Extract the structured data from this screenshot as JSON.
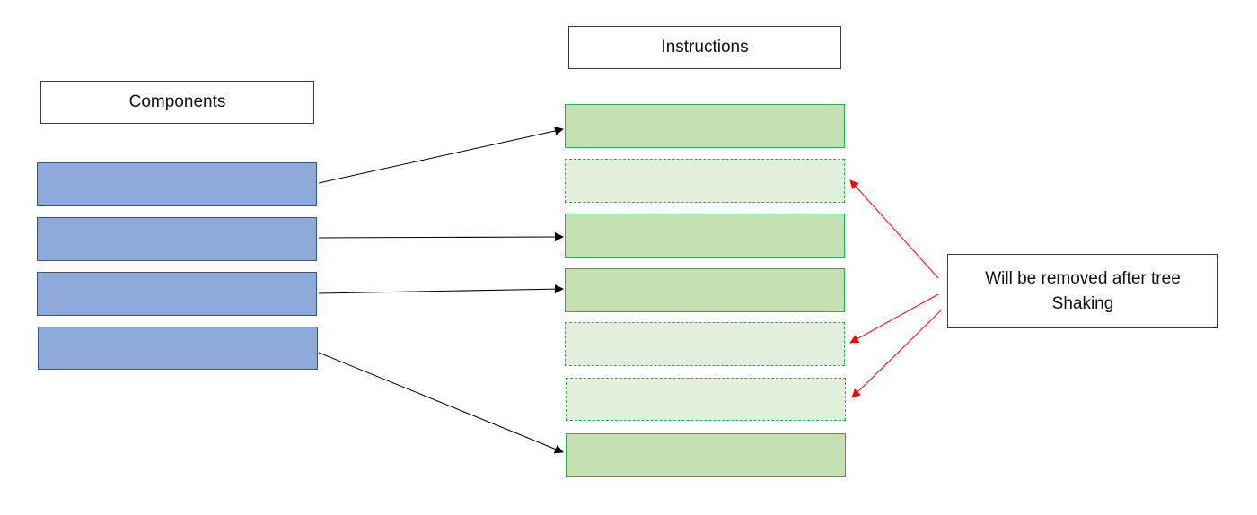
{
  "labels": {
    "components": "Components",
    "instructions": "Instructions"
  },
  "note": {
    "line1": "Will be removed after tree",
    "line2": "Shaking"
  },
  "components": [
    {
      "id": 1,
      "maps_to_instruction": 1
    },
    {
      "id": 2,
      "maps_to_instruction": 3
    },
    {
      "id": 3,
      "maps_to_instruction": 4
    },
    {
      "id": 4,
      "maps_to_instruction": 7
    }
  ],
  "instructions": [
    {
      "id": 1,
      "removed": false
    },
    {
      "id": 2,
      "removed": true
    },
    {
      "id": 3,
      "removed": false
    },
    {
      "id": 4,
      "removed": false
    },
    {
      "id": 5,
      "removed": true
    },
    {
      "id": 6,
      "removed": true
    },
    {
      "id": 7,
      "removed": false
    }
  ],
  "colors": {
    "component_fill": "#8eaadb",
    "component_border": "#2f5597",
    "instruction_fill": "#c6e0b4",
    "instruction_removed_fill": "#e2efda",
    "instruction_border": "#22b14c",
    "mapping_arrow": "#000000",
    "removal_arrow": "#ff0000"
  }
}
